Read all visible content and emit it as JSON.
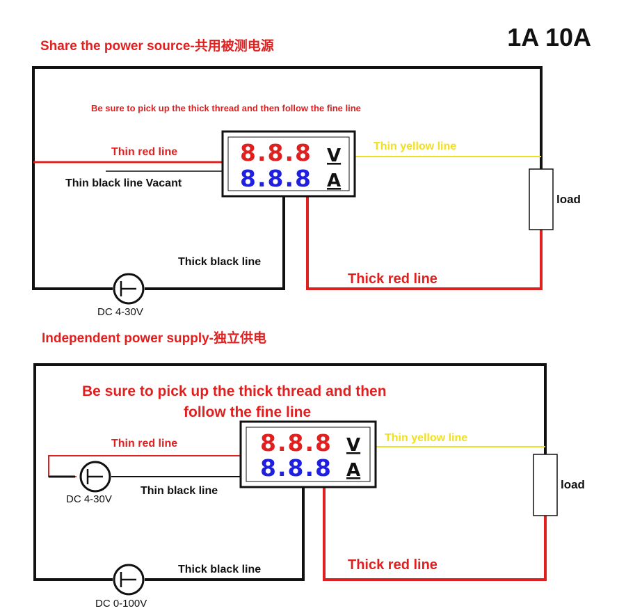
{
  "header": {
    "shared_title": "Share the power source-共用被测电源",
    "model": "1A 10A",
    "independent_title": "Independent power supply-独立供电"
  },
  "shared": {
    "instruction": "Be sure to pick up the thick thread and then follow the fine line",
    "thin_red": "Thin red line",
    "thin_black": "Thin black line Vacant",
    "thin_yellow": "Thin yellow line",
    "thick_black": "Thick black line",
    "thick_red": "Thick red line",
    "load": "load",
    "source": "DC 4-30V"
  },
  "independent": {
    "instruction_line1": "Be sure to pick up the thick thread and then",
    "instruction_line2": "follow the fine line",
    "thin_red": "Thin red line",
    "thin_black": "Thin black line",
    "thin_yellow": "Thin yellow line",
    "thick_black": "Thick black line",
    "thick_red": "Thick red line",
    "load": "load",
    "source_aux": "DC 4-30V",
    "source_main": "DC 0-100V"
  },
  "meter": {
    "voltage_digits": "8.8.8",
    "current_digits": "8.8.8",
    "voltage_unit": "V",
    "current_unit": "A"
  },
  "colors": {
    "red": "#e01f1f",
    "blue": "#1f1fe0",
    "yellow": "#f0e020",
    "black": "#111111"
  }
}
